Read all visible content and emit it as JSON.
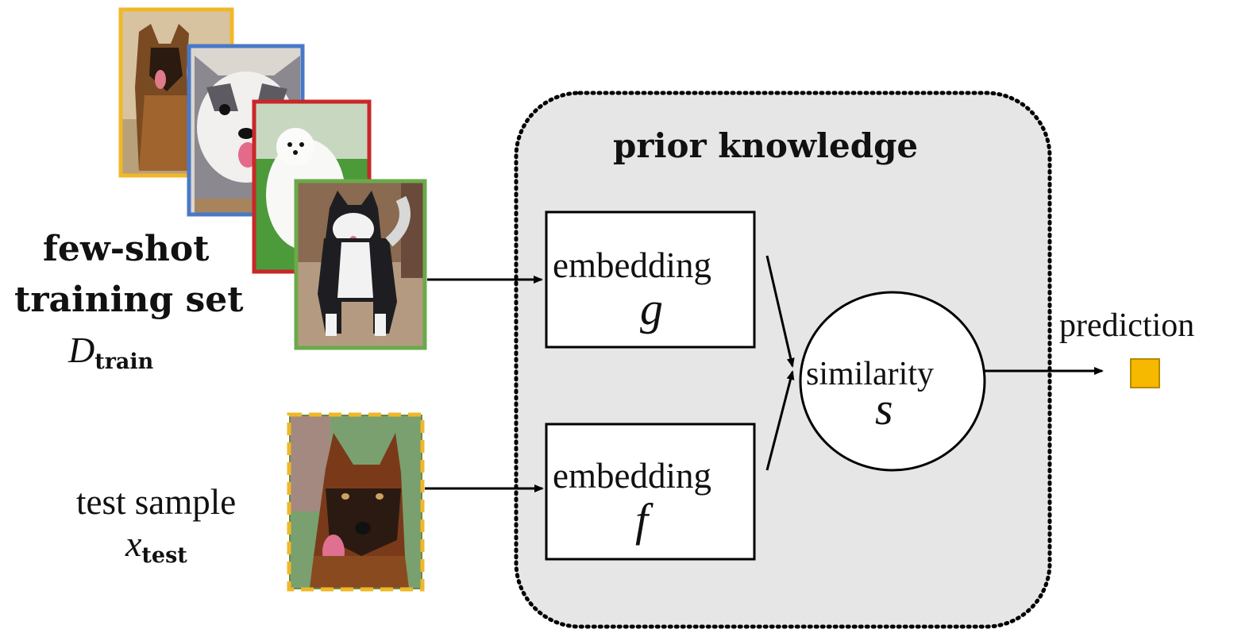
{
  "colors": {
    "prior_bg": "#e6e6e6",
    "frame_1": "#f0b828",
    "frame_2": "#4a78c8",
    "frame_3": "#c82828",
    "frame_4": "#6aaa4a",
    "test_frame": "#f0b828",
    "prediction_square": "#f7b800"
  },
  "training_set": {
    "line1": "few-shot",
    "line2": "training set",
    "symbol": "D",
    "subscript": "train",
    "images": [
      {
        "icon": "german-shepherd-photo-icon"
      },
      {
        "icon": "husky-puppy-photo-icon"
      },
      {
        "icon": "samoyed-puppy-photo-icon"
      },
      {
        "icon": "malamute-photo-icon"
      }
    ]
  },
  "test_sample": {
    "line1": "test sample",
    "symbol": "x",
    "subscript": "test",
    "icon": "german-shepherd-head-photo-icon"
  },
  "prior_knowledge": {
    "title": "prior knowledge"
  },
  "embedding_g": {
    "label": "embedding",
    "symbol": "g"
  },
  "embedding_f": {
    "label": "embedding",
    "symbol": "f"
  },
  "similarity": {
    "label": "similarity",
    "symbol": "s"
  },
  "prediction": {
    "label": "prediction"
  }
}
